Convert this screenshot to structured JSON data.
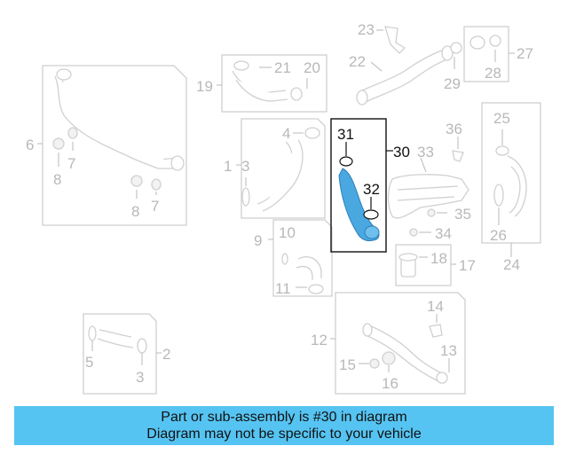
{
  "diagram": {
    "callouts": {
      "c1": "1",
      "c2": "2",
      "c3": "3",
      "c3b": "3",
      "c4": "4",
      "c5": "5",
      "c6": "6",
      "c7a": "7",
      "c7b": "7",
      "c8a": "8",
      "c8b": "8",
      "c9": "9",
      "c10": "10",
      "c11": "11",
      "c12": "12",
      "c13": "13",
      "c14": "14",
      "c15": "15",
      "c16": "16",
      "c17": "17",
      "c18": "18",
      "c19": "19",
      "c20": "20",
      "c21": "21",
      "c22": "22",
      "c23": "23",
      "c24": "24",
      "c25": "25",
      "c26": "26",
      "c27": "27",
      "c28": "28",
      "c29": "29",
      "c30": "30",
      "c31": "31",
      "c32": "32",
      "c33": "33",
      "c34": "34",
      "c35": "35",
      "c36": "36"
    },
    "colors": {
      "highlight_part": "#4aa8e0",
      "banner": "#56c4f2",
      "ghost": "#c0c0c0"
    }
  },
  "banner": {
    "line1": "Part or sub-assembly is #30 in diagram",
    "line2": "Diagram may not be specific to your vehicle"
  }
}
